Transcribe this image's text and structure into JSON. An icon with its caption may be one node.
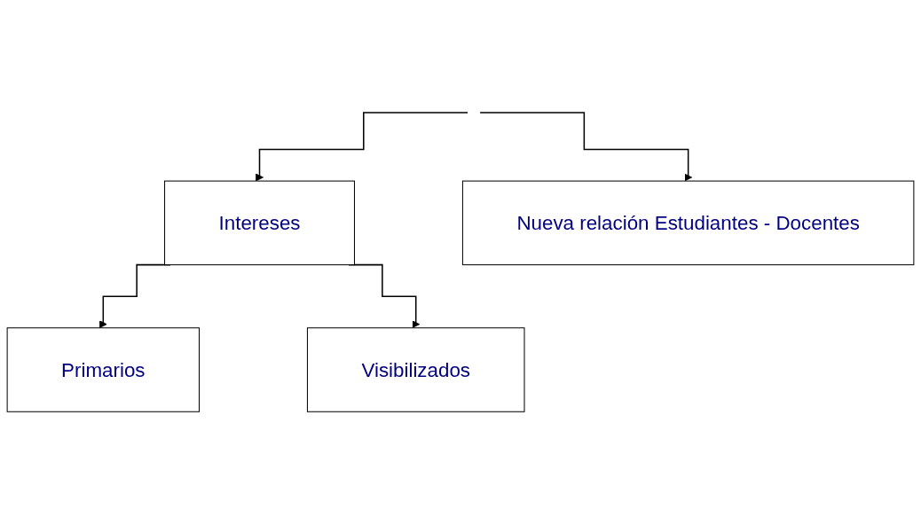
{
  "diagram": {
    "nodes": [
      {
        "text": [
          "Intereses"
        ]
      },
      {
        "text": [
          "Nueva relación Estudiantes - Docentes"
        ]
      },
      {
        "text": [
          "Primarios"
        ]
      },
      {
        "text": [
          "Visibilizados"
        ]
      }
    ],
    "edges": [
      {
        "from": null,
        "to": 0,
        "arrow": "to"
      },
      {
        "from": null,
        "to": 1,
        "arrow": "to"
      },
      {
        "from": 0,
        "to": 2,
        "arrow": "to"
      },
      {
        "from": 0,
        "to": 3,
        "arrow": "to"
      }
    ]
  }
}
